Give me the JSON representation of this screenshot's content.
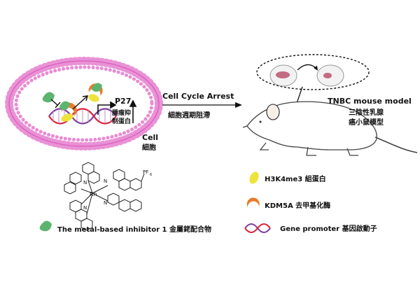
{
  "cell": {
    "label_en": "Cell",
    "label_zh": "細胞",
    "p27_label": "P27",
    "p27_desc_line1": "腫瘤抑",
    "p27_desc_line2": "制蛋白"
  },
  "arrest": {
    "label_en": "Cell Cycle Arrest",
    "label_zh": "細胞週期阻滯"
  },
  "mouse": {
    "label_en": "TNBC mouse model",
    "label_zh_line1": "三陰性乳腺",
    "label_zh_line2": "癌小鼠模型"
  },
  "molecule": {
    "metal": "Rh",
    "counter_ion": "PF",
    "counter_ion_sub": "6",
    "n_label": "N"
  },
  "legend": {
    "inhibitor": "The metal-based inhibitor 1  金屬銠配合物",
    "h3k4me3": "H3K4me3   組蛋白",
    "kdm5a": "KDM5A   去甲基化酶",
    "gene_promoter": "Gene promoter   基因啟動子"
  },
  "colors": {
    "membrane": "#e574c9",
    "dna_purple": "#7b3fa0",
    "dna_red": "#d9233d",
    "inhibitor_green": "#5cb56f",
    "h3k4me3_yellow": "#ede33a",
    "kdm5a_orange": "#ea7a2a",
    "dish_pink": "#c46a82"
  }
}
